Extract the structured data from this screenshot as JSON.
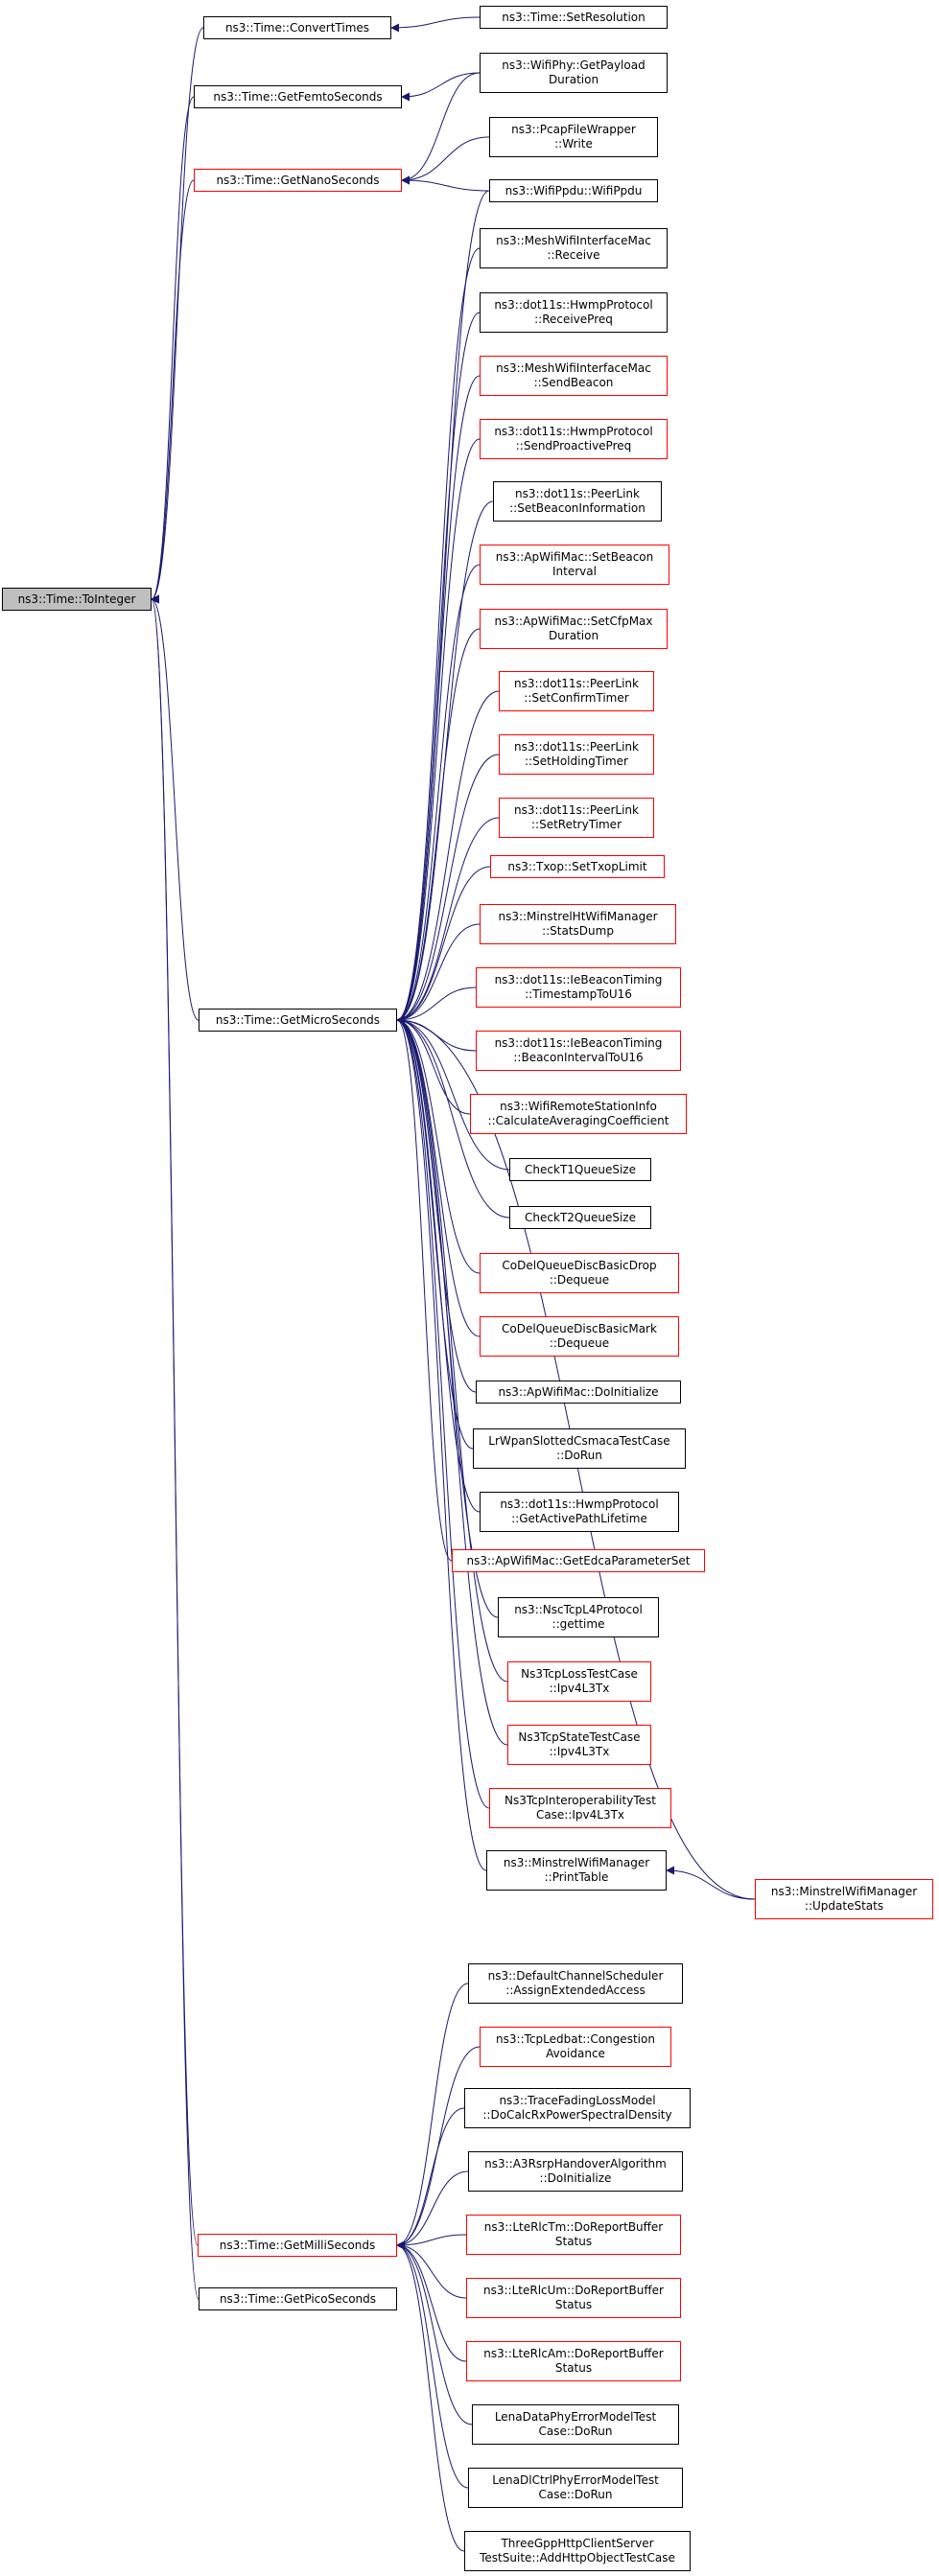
{
  "colors": {
    "edge": "#191970",
    "border": "#000000",
    "border_red": "#ff0000",
    "focus_fill": "#bfbfbf",
    "background": "#ffffff"
  },
  "nodes": [
    {
      "id": "toInteger",
      "lines": [
        "ns3::Time::ToInteger"
      ],
      "style": "gray"
    },
    {
      "id": "convertTimes",
      "lines": [
        "ns3::Time::ConvertTimes"
      ],
      "style": "black"
    },
    {
      "id": "setResolution",
      "lines": [
        "ns3::Time::SetResolution"
      ],
      "style": "black"
    },
    {
      "id": "getFemtoSeconds",
      "lines": [
        "ns3::Time::GetFemtoSeconds"
      ],
      "style": "black"
    },
    {
      "id": "getPayloadDuration",
      "lines": [
        "ns3::WifiPhy::GetPayload",
        "Duration"
      ],
      "style": "black"
    },
    {
      "id": "getNanoSeconds",
      "lines": [
        "ns3::Time::GetNanoSeconds"
      ],
      "style": "red"
    },
    {
      "id": "pcapWrite",
      "lines": [
        "ns3::PcapFileWrapper",
        "::Write"
      ],
      "style": "black"
    },
    {
      "id": "wifiPpdu",
      "lines": [
        "ns3::WifiPpdu::WifiPpdu"
      ],
      "style": "black"
    },
    {
      "id": "meshReceive",
      "lines": [
        "ns3::MeshWifiInterfaceMac",
        "::Receive"
      ],
      "style": "black"
    },
    {
      "id": "hwmpReceivePreq",
      "lines": [
        "ns3::dot11s::HwmpProtocol",
        "::ReceivePreq"
      ],
      "style": "black"
    },
    {
      "id": "meshSendBeacon",
      "lines": [
        "ns3::MeshWifiInterfaceMac",
        "::SendBeacon"
      ],
      "style": "red"
    },
    {
      "id": "hwmpSendProactive",
      "lines": [
        "ns3::dot11s::HwmpProtocol",
        "::SendProactivePreq"
      ],
      "style": "red"
    },
    {
      "id": "peerSetBeaconInfo",
      "lines": [
        "ns3::dot11s::PeerLink",
        "::SetBeaconInformation"
      ],
      "style": "black"
    },
    {
      "id": "apSetBeaconInterval",
      "lines": [
        "ns3::ApWifiMac::SetBeacon",
        "Interval"
      ],
      "style": "red"
    },
    {
      "id": "apSetCfpMax",
      "lines": [
        "ns3::ApWifiMac::SetCfpMax",
        "Duration"
      ],
      "style": "red"
    },
    {
      "id": "peerSetConfirm",
      "lines": [
        "ns3::dot11s::PeerLink",
        "::SetConfirmTimer"
      ],
      "style": "red"
    },
    {
      "id": "peerSetHolding",
      "lines": [
        "ns3::dot11s::PeerLink",
        "::SetHoldingTimer"
      ],
      "style": "red"
    },
    {
      "id": "peerSetRetry",
      "lines": [
        "ns3::dot11s::PeerLink",
        "::SetRetryTimer"
      ],
      "style": "red"
    },
    {
      "id": "txopSetLimit",
      "lines": [
        "ns3::Txop::SetTxopLimit"
      ],
      "style": "red"
    },
    {
      "id": "minstrelHtStats",
      "lines": [
        "ns3::MinstrelHtWifiManager",
        "::StatsDump"
      ],
      "style": "red"
    },
    {
      "id": "ieTimestamp",
      "lines": [
        "ns3::dot11s::IeBeaconTiming",
        "::TimestampToU16"
      ],
      "style": "red"
    },
    {
      "id": "ieBeaconInterval",
      "lines": [
        "ns3::dot11s::IeBeaconTiming",
        "::BeaconIntervalToU16"
      ],
      "style": "red"
    },
    {
      "id": "remoteStationInfo",
      "lines": [
        "ns3::WifiRemoteStationInfo",
        "::CalculateAveragingCoefficient"
      ],
      "style": "red"
    },
    {
      "id": "getMicroSeconds",
      "lines": [
        "ns3::Time::GetMicroSeconds"
      ],
      "style": "black"
    },
    {
      "id": "checkT1",
      "lines": [
        "CheckT1QueueSize"
      ],
      "style": "black"
    },
    {
      "id": "checkT2",
      "lines": [
        "CheckT2QueueSize"
      ],
      "style": "black"
    },
    {
      "id": "codelDrop",
      "lines": [
        "CoDelQueueDiscBasicDrop",
        "::Dequeue"
      ],
      "style": "red"
    },
    {
      "id": "codelMark",
      "lines": [
        "CoDelQueueDiscBasicMark",
        "::Dequeue"
      ],
      "style": "red"
    },
    {
      "id": "apDoInit",
      "lines": [
        "ns3::ApWifiMac::DoInitialize"
      ],
      "style": "black"
    },
    {
      "id": "lrwpanRun",
      "lines": [
        "LrWpanSlottedCsmacaTestCase",
        "::DoRun"
      ],
      "style": "black"
    },
    {
      "id": "hwmpActivePath",
      "lines": [
        "ns3::dot11s::HwmpProtocol",
        "::GetActivePathLifetime"
      ],
      "style": "black"
    },
    {
      "id": "apGetEdca",
      "lines": [
        "ns3::ApWifiMac::GetEdcaParameterSet"
      ],
      "style": "red"
    },
    {
      "id": "nscGettime",
      "lines": [
        "ns3::NscTcpL4Protocol",
        "::gettime"
      ],
      "style": "black"
    },
    {
      "id": "tcpLoss",
      "lines": [
        "Ns3TcpLossTestCase",
        "::Ipv4L3Tx"
      ],
      "style": "red"
    },
    {
      "id": "tcpState",
      "lines": [
        "Ns3TcpStateTestCase",
        "::Ipv4L3Tx"
      ],
      "style": "red"
    },
    {
      "id": "tcpInterop",
      "lines": [
        "Ns3TcpInteroperabilityTest",
        "Case::Ipv4L3Tx"
      ],
      "style": "red"
    },
    {
      "id": "minstrelPrint",
      "lines": [
        "ns3::MinstrelWifiManager",
        "::PrintTable"
      ],
      "style": "black"
    },
    {
      "id": "minstrelUpdate",
      "lines": [
        "ns3::MinstrelWifiManager",
        "::UpdateStats"
      ],
      "style": "red"
    },
    {
      "id": "channelScheduler",
      "lines": [
        "ns3::DefaultChannelScheduler",
        "::AssignExtendedAccess"
      ],
      "style": "black"
    },
    {
      "id": "tcpLedbat",
      "lines": [
        "ns3::TcpLedbat::Congestion",
        "Avoidance"
      ],
      "style": "red"
    },
    {
      "id": "traceFading",
      "lines": [
        "ns3::TraceFadingLossModel",
        "::DoCalcRxPowerSpectralDensity"
      ],
      "style": "black"
    },
    {
      "id": "a3Rsrp",
      "lines": [
        "ns3::A3RsrpHandoverAlgorithm",
        "::DoInitialize"
      ],
      "style": "black"
    },
    {
      "id": "rlcTm",
      "lines": [
        "ns3::LteRlcTm::DoReportBuffer",
        "Status"
      ],
      "style": "red"
    },
    {
      "id": "getMilliSeconds",
      "lines": [
        "ns3::Time::GetMilliSeconds"
      ],
      "style": "red"
    },
    {
      "id": "getPicoSeconds",
      "lines": [
        "ns3::Time::GetPicoSeconds"
      ],
      "style": "black"
    },
    {
      "id": "rlcUm",
      "lines": [
        "ns3::LteRlcUm::DoReportBuffer",
        "Status"
      ],
      "style": "red"
    },
    {
      "id": "rlcAm",
      "lines": [
        "ns3::LteRlcAm::DoReportBuffer",
        "Status"
      ],
      "style": "red"
    },
    {
      "id": "lenaData",
      "lines": [
        "LenaDataPhyErrorModelTest",
        "Case::DoRun"
      ],
      "style": "black"
    },
    {
      "id": "lenaDlCtrl",
      "lines": [
        "LenaDlCtrlPhyErrorModelTest",
        "Case::DoRun"
      ],
      "style": "black"
    },
    {
      "id": "threeGpp",
      "lines": [
        "ThreeGppHttpClientServer",
        "TestSuite::AddHttpObjectTestCase"
      ],
      "style": "black"
    }
  ],
  "edges": [
    [
      "convertTimes",
      "toInteger"
    ],
    [
      "getFemtoSeconds",
      "toInteger"
    ],
    [
      "getNanoSeconds",
      "toInteger"
    ],
    [
      "getMicroSeconds",
      "toInteger"
    ],
    [
      "getMilliSeconds",
      "toInteger"
    ],
    [
      "getPicoSeconds",
      "toInteger"
    ],
    [
      "setResolution",
      "convertTimes"
    ],
    [
      "getPayloadDuration",
      "getFemtoSeconds"
    ],
    [
      "getPayloadDuration",
      "getNanoSeconds"
    ],
    [
      "pcapWrite",
      "getNanoSeconds"
    ],
    [
      "wifiPpdu",
      "getNanoSeconds"
    ],
    [
      "wifiPpdu",
      "getMicroSeconds"
    ],
    [
      "meshReceive",
      "getMicroSeconds"
    ],
    [
      "hwmpReceivePreq",
      "getMicroSeconds"
    ],
    [
      "meshSendBeacon",
      "getMicroSeconds"
    ],
    [
      "hwmpSendProactive",
      "getMicroSeconds"
    ],
    [
      "peerSetBeaconInfo",
      "getMicroSeconds"
    ],
    [
      "apSetBeaconInterval",
      "getMicroSeconds"
    ],
    [
      "apSetCfpMax",
      "getMicroSeconds"
    ],
    [
      "peerSetConfirm",
      "getMicroSeconds"
    ],
    [
      "peerSetHolding",
      "getMicroSeconds"
    ],
    [
      "peerSetRetry",
      "getMicroSeconds"
    ],
    [
      "txopSetLimit",
      "getMicroSeconds"
    ],
    [
      "minstrelHtStats",
      "getMicroSeconds"
    ],
    [
      "ieTimestamp",
      "getMicroSeconds"
    ],
    [
      "ieBeaconInterval",
      "getMicroSeconds"
    ],
    [
      "remoteStationInfo",
      "getMicroSeconds"
    ],
    [
      "checkT1",
      "getMicroSeconds"
    ],
    [
      "checkT2",
      "getMicroSeconds"
    ],
    [
      "codelDrop",
      "getMicroSeconds"
    ],
    [
      "codelMark",
      "getMicroSeconds"
    ],
    [
      "apDoInit",
      "getMicroSeconds"
    ],
    [
      "lrwpanRun",
      "getMicroSeconds"
    ],
    [
      "hwmpActivePath",
      "getMicroSeconds"
    ],
    [
      "apGetEdca",
      "getMicroSeconds"
    ],
    [
      "nscGettime",
      "getMicroSeconds"
    ],
    [
      "tcpLoss",
      "getMicroSeconds"
    ],
    [
      "tcpState",
      "getMicroSeconds"
    ],
    [
      "tcpInterop",
      "getMicroSeconds"
    ],
    [
      "minstrelPrint",
      "getMicroSeconds"
    ],
    [
      "minstrelUpdate",
      "getMicroSeconds"
    ],
    [
      "minstrelUpdate",
      "minstrelPrint"
    ],
    [
      "channelScheduler",
      "getMilliSeconds"
    ],
    [
      "tcpLedbat",
      "getMilliSeconds"
    ],
    [
      "traceFading",
      "getMilliSeconds"
    ],
    [
      "a3Rsrp",
      "getMilliSeconds"
    ],
    [
      "rlcTm",
      "getMilliSeconds"
    ],
    [
      "rlcUm",
      "getMilliSeconds"
    ],
    [
      "rlcAm",
      "getMilliSeconds"
    ],
    [
      "lenaData",
      "getMilliSeconds"
    ],
    [
      "lenaDlCtrl",
      "getMilliSeconds"
    ],
    [
      "threeGpp",
      "getMilliSeconds"
    ]
  ]
}
